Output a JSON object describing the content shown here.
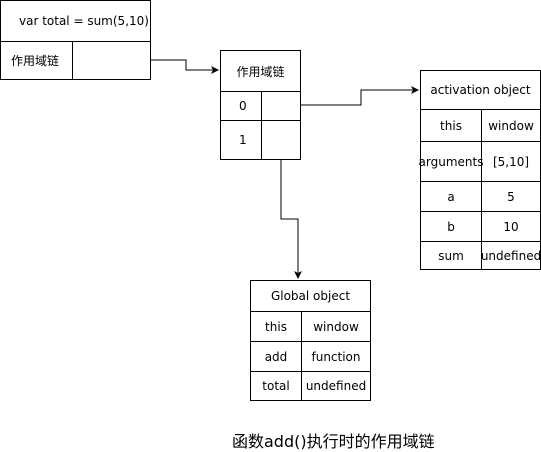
{
  "call_box": {
    "expression": "var total  = sum(5,10)",
    "scope_chain_label": "作用域链"
  },
  "scope_chain_box": {
    "title": "作用域链",
    "rows": [
      "0",
      "1"
    ]
  },
  "activation_object": {
    "title": "activation object",
    "rows": [
      {
        "key": "this",
        "value": "window"
      },
      {
        "key": "arguments",
        "value": "[5,10]"
      },
      {
        "key": "a",
        "value": "5"
      },
      {
        "key": "b",
        "value": "10"
      },
      {
        "key": "sum",
        "value": "undefined"
      }
    ]
  },
  "global_object": {
    "title": "Global object",
    "rows": [
      {
        "key": "this",
        "value": "window"
      },
      {
        "key": "add",
        "value": "function"
      },
      {
        "key": "total",
        "value": "undefined"
      }
    ]
  },
  "caption": "函数add()执行时的作用域链",
  "colors": {
    "line": "#000000",
    "background": "#ffffff"
  }
}
